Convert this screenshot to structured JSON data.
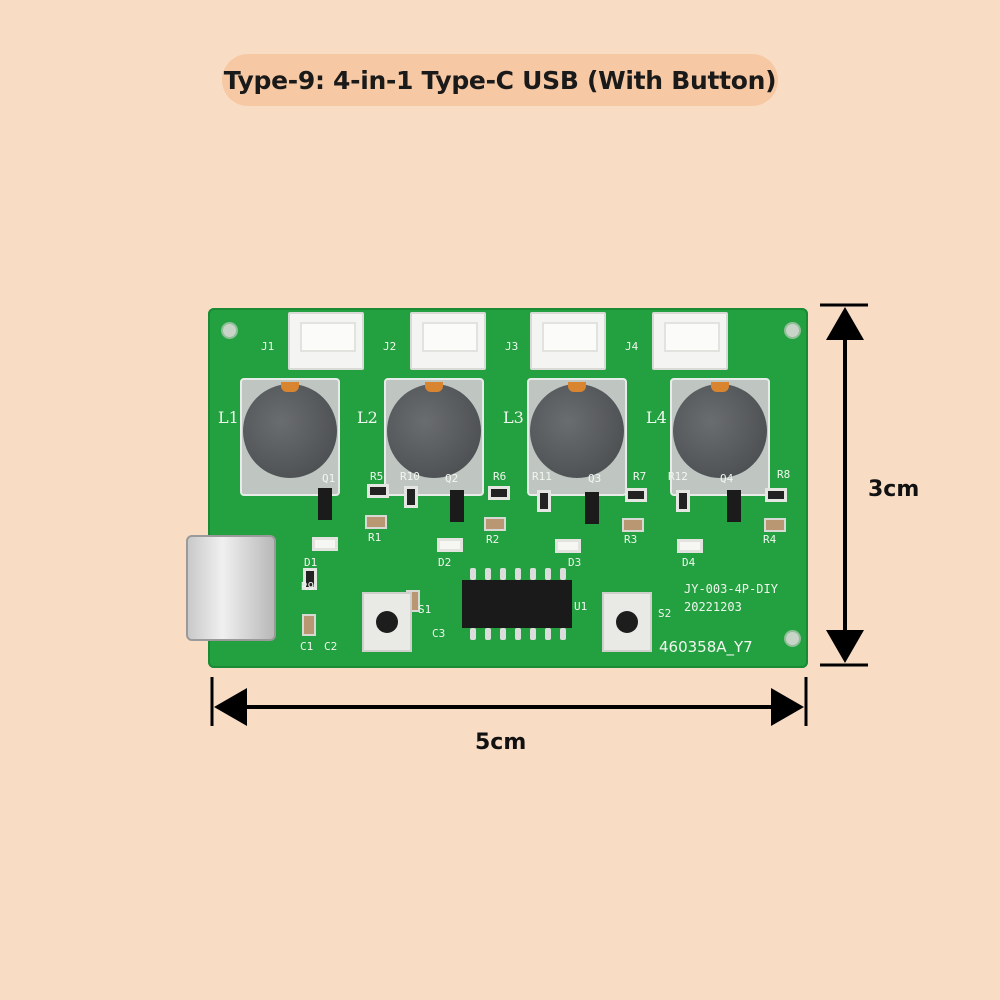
{
  "title": "Type-9: 4-in-1 Type-C USB (With Button)",
  "dimensions": {
    "height_label": "3cm",
    "width_label": "5cm"
  },
  "pcb": {
    "connectors": [
      "J1",
      "J2",
      "J3",
      "J4"
    ],
    "inductors": [
      "L1",
      "L2",
      "L3",
      "L4"
    ],
    "transistors": [
      "Q1",
      "Q2",
      "Q3",
      "Q4"
    ],
    "resistors": [
      "R1",
      "R2",
      "R3",
      "R4",
      "R5",
      "R6",
      "R7",
      "R8",
      "R9",
      "R10",
      "R11",
      "R12"
    ],
    "leds": [
      "D1",
      "D2",
      "D3",
      "D4"
    ],
    "capacitors": [
      "C1",
      "C2",
      "C3"
    ],
    "switches": [
      "S1",
      "S2"
    ],
    "ic": "U1",
    "model": "JY-003-4P-DIY",
    "date": "20221203",
    "code": "460358A_Y7"
  }
}
